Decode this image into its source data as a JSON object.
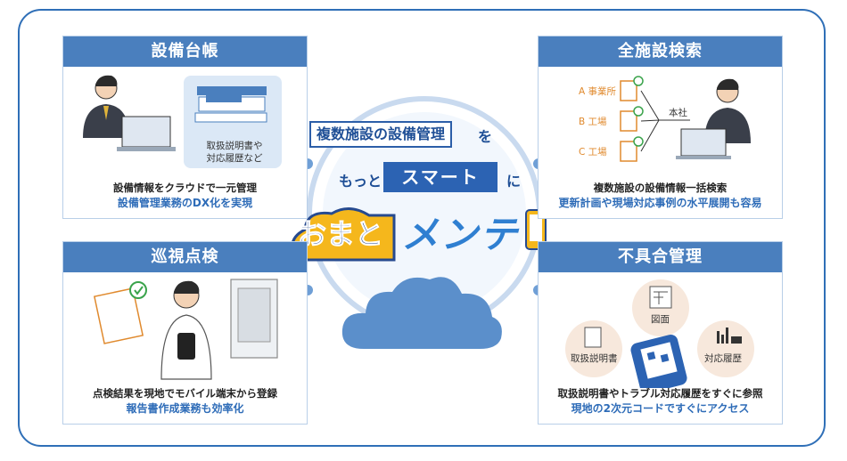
{
  "center": {
    "tagline_box": "複数施設の設備管理",
    "tagline_wo": "を",
    "tagline_motto": "もっと",
    "tagline_smart": "スマート",
    "tagline_ni": "に",
    "logo_part1": "おまと",
    "logo_part2": "メンテ"
  },
  "cards": {
    "ledger": {
      "title": "設備台帳",
      "bubble_line1": "取扱説明書や",
      "bubble_line2": "対応履歴など",
      "desc_line1": "設備情報をクラウドで一元管理",
      "desc_line2": "設備管理業務のDX化を実現"
    },
    "search": {
      "title": "全施設検索",
      "facility_a": "A 事業所",
      "facility_b": "B 工場",
      "facility_c": "C 工場",
      "hq": "本社",
      "desc_line1": "複数施設の設備情報一括検索",
      "desc_line2": "更新計画や現場対応事例の水平展開も容易"
    },
    "patrol": {
      "title": "巡視点検",
      "desc_line1": "点検結果を現地でモバイル端末から登録",
      "desc_line2": "報告書作成業務も効率化"
    },
    "defect": {
      "title": "不具合管理",
      "manual": "取扱説明書",
      "drawing": "図面",
      "history": "対応履歴",
      "desc_line1": "取扱説明書やトラブル対応履歴をすぐに参照",
      "desc_line2": "現地の2次元コードですぐにアクセス"
    }
  }
}
